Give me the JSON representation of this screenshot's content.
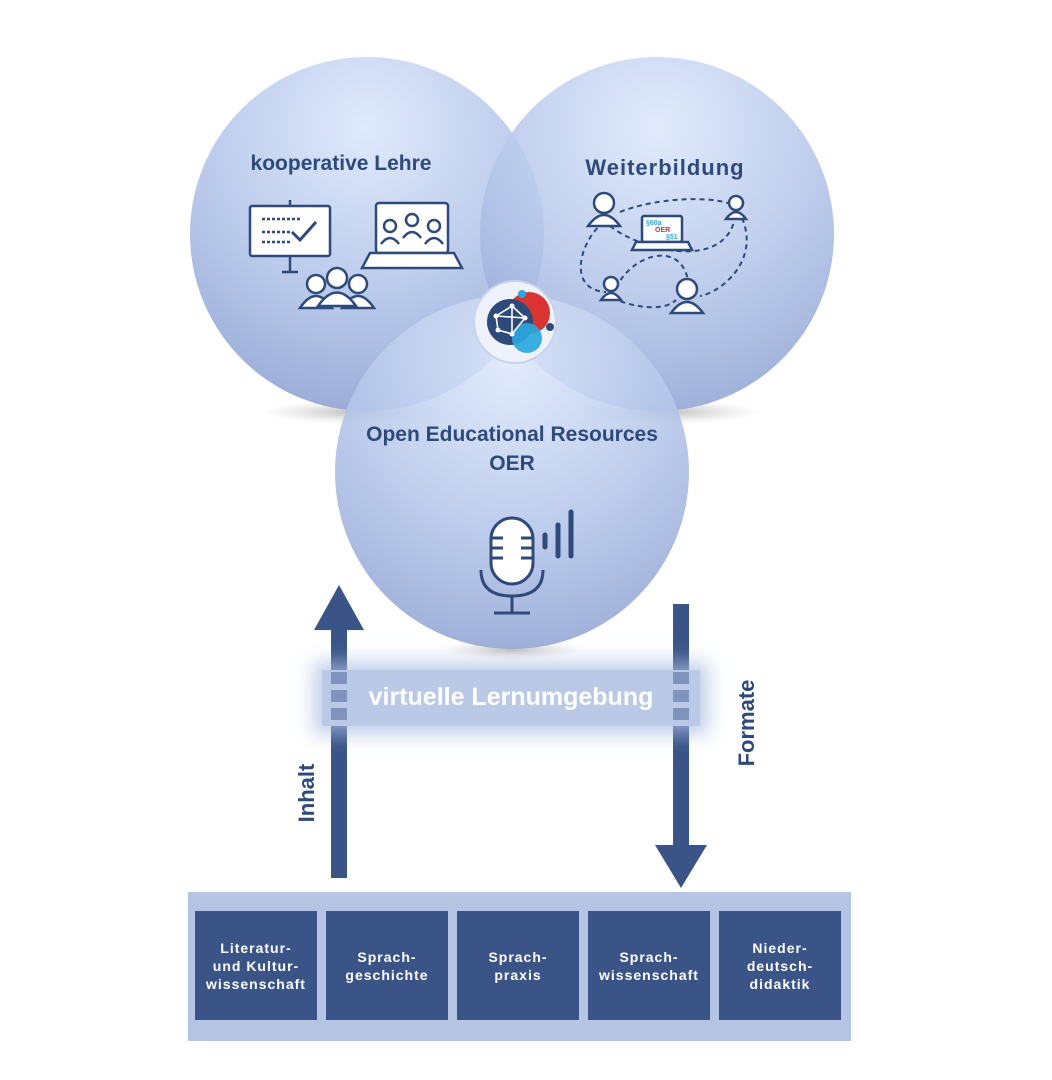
{
  "circles": {
    "left_title": "kooperative Lehre",
    "right_title": "Weiterbildung",
    "bottom_title_line1": "Open Educational Resources",
    "bottom_title_line2": "OER"
  },
  "laptop_badge": {
    "top": "§60a",
    "middle": "OER",
    "bottom": "§51"
  },
  "band_label": "virtuelle Lernumgebung",
  "arrows": {
    "left_label": "Inhalt",
    "right_label": "Formate"
  },
  "disciplines": [
    {
      "label": "Literatur-\nund Kultur-\nwissenschaft"
    },
    {
      "label": "Sprach-\ngeschichte"
    },
    {
      "label": "Sprach-\npraxis"
    },
    {
      "label": "Sprach-\nwissenschaft"
    },
    {
      "label": "Nieder-\ndeutsch-\ndidaktik"
    }
  ],
  "colors": {
    "dark_blue": "#3a5488",
    "title_blue": "#2e4a7a",
    "circle_light": "#d5e2f8",
    "circle_dark": "#8fa4d4",
    "logo_red": "#d9342f",
    "logo_cyan": "#2aa7de"
  }
}
